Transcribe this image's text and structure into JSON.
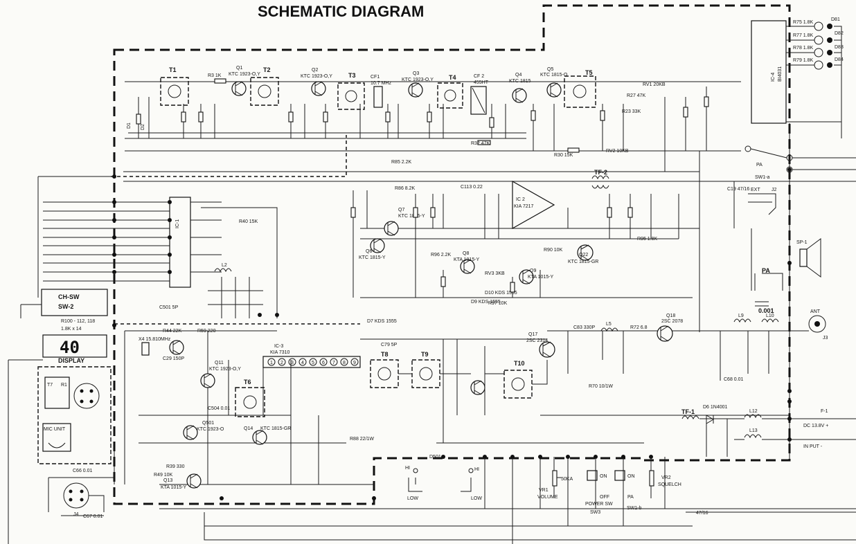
{
  "title": "SCHEMATIC    DIAGRAM",
  "display": {
    "digits": "40",
    "label": "DISPLAY",
    "ch_sw": "CH-SW",
    "sw2": "SW-2",
    "row1": "R100 - 112, 118",
    "row2": "1.8K x 14"
  },
  "ics": {
    "ic1": "IC-1",
    "ic2": "IC 2",
    "ic2_part": "KIA 7217",
    "ic3": "IC-3",
    "ic3_part": "KIA 7310",
    "ic4": "IC-4",
    "ic4_part": "BI4031"
  },
  "transistors": {
    "q1": "Q1",
    "q1_part": "KTC 1923-O,Y",
    "q2": "Q2",
    "q2_part": "KTC 1923-O,Y",
    "q3": "Q3",
    "q3_part": "KTC 1923-O,Y",
    "q4": "Q4",
    "q4_part": "KTC 1815",
    "q5": "Q5",
    "q5_part": "KTC 1815-O",
    "q6": "Q6",
    "q6_part": "KTC 1815-Y",
    "q7": "Q7",
    "q7_part": "KTC 1815-Y",
    "q8": "Q8",
    "q8_part": "KTA 1015-Y",
    "q9": "Q9",
    "q9_part": "KTA 1015-Y",
    "q11": "Q11",
    "q11_part": "KTC 1923-O,Y",
    "q13": "Q13",
    "q13_part": "KTA 1015-Y",
    "q14": "Q14",
    "q14_part": "KTC 1815-GR",
    "q17": "Q17",
    "q17_part": "2SC 2314",
    "q18": "Q18",
    "q18_part": "2SC 2078",
    "q22": "Q22",
    "q22_part": "KTC 1815-GR",
    "q501": "Q501",
    "q501_part": "KTC 1923-O"
  },
  "transformers": [
    "T1",
    "T2",
    "T3",
    "T4",
    "T5",
    "T6",
    "T7",
    "T8",
    "T9",
    "T10",
    "TF-1",
    "TF-2"
  ],
  "filters": {
    "cf1": "CF1",
    "cf1_val": "10.7 MHz",
    "cf2": "CF 2",
    "cf2_val": "455HT"
  },
  "resistors": {
    "r3": "R3 1K",
    "r30": "R30 15K",
    "r32": "R32 47K",
    "r23": "R23 33K",
    "r27": "R27 47K",
    "r40": "R40 15K",
    "r44": "R44 22K",
    "r59": "R59 220",
    "r85": "R85 2.2K",
    "r86": "R86 8.2K",
    "r90": "R90 10K",
    "r95": "R95 1.8K",
    "r96": "R96 2.2K",
    "r97": "R97 10K",
    "r70": "R70 10/1W",
    "r72": "R72 6.8",
    "r88": "R88 22/1W",
    "r39": "R39 330",
    "r49": "R49 10K",
    "rv1": "RV1 20KB",
    "rv2": "RV2 10KB",
    "rv3": "RV3 3KB"
  },
  "capacitors": {
    "c501": "C501 5P",
    "c83": "C83 330P",
    "c79": "C79 5P",
    "c66": "C66 0.01",
    "c67": "C67 0.01",
    "c68": "C68 0.01",
    "c19": "C19 47/16",
    "cap_pa": "0.001",
    "c29": "C29 150P",
    "c504": "C504 0.01",
    "c113": "C113 0.22"
  },
  "diodes": {
    "d6": "D6 1N4001",
    "d7": "D7 KDS 1555",
    "d10": "D10 KDS 1555",
    "d9": "D9 KDS 1555",
    "d501": "D501"
  },
  "crystal": "X4 15.810MHz",
  "leds": [
    "R75 1.8K",
    "R77 1.8K",
    "R78 1.8K",
    "R79 1.8K"
  ],
  "led_names": [
    "D81",
    "D82",
    "D83",
    "D84"
  ],
  "coils": [
    "L2",
    "L5",
    "L9",
    "L10",
    "L12",
    "L13"
  ],
  "switches": {
    "sw1a": "SW1-a",
    "sw1b": "SW1-b",
    "sw3": "SW3",
    "power": "POWER SW",
    "on": "ON",
    "off": "OFF",
    "pa": "PA",
    "hi": "HI",
    "low": "LOW",
    "sp": "SP-1",
    "ext": "EXT"
  },
  "controls": {
    "vr1": "VR1",
    "volume": "VOLUME",
    "vr1_val": "50KA",
    "vr2": "VR2",
    "squelch": "SQUELCH"
  },
  "connectors": {
    "ant": "ANT",
    "j3": "J3",
    "j2": "J2",
    "j4": "J4",
    "dc": "DC 13.8V +",
    "input": "IN PUT -",
    "f1": "F-1",
    "mic_unit": "MIC UNIT",
    "t7": "T7",
    "r1": "R1"
  },
  "misc": {
    "d1": "D1",
    "d2": "D2",
    "kds": "KDS 1555",
    "c47_16": "47/16",
    "ic_pins": [
      "1",
      "2",
      "3",
      "4",
      "5",
      "6",
      "7",
      "8",
      "9"
    ]
  }
}
